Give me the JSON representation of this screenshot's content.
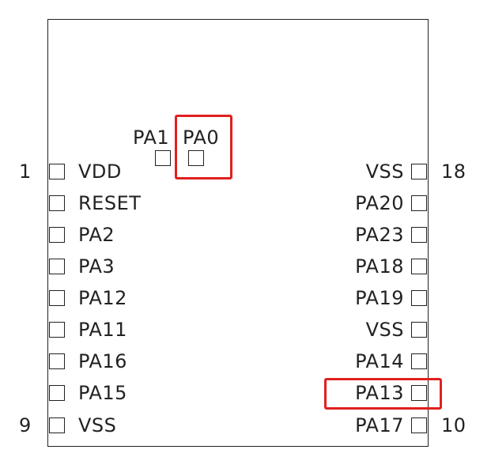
{
  "module": {
    "left_pins": [
      {
        "num": "1",
        "name": "VDD"
      },
      {
        "num": "",
        "name": "RESET"
      },
      {
        "num": "",
        "name": "PA2"
      },
      {
        "num": "",
        "name": "PA3"
      },
      {
        "num": "",
        "name": "PA12"
      },
      {
        "num": "",
        "name": "PA11"
      },
      {
        "num": "",
        "name": "PA16"
      },
      {
        "num": "",
        "name": "PA15"
      },
      {
        "num": "9",
        "name": "VSS"
      }
    ],
    "right_pins": [
      {
        "num": "18",
        "name": "VSS"
      },
      {
        "num": "",
        "name": "PA20"
      },
      {
        "num": "",
        "name": "PA23"
      },
      {
        "num": "",
        "name": "PA18"
      },
      {
        "num": "",
        "name": "PA19"
      },
      {
        "num": "",
        "name": "VSS"
      },
      {
        "num": "",
        "name": "PA14"
      },
      {
        "num": "",
        "name": "PA13"
      },
      {
        "num": "10",
        "name": "PA17"
      }
    ],
    "top_pads": [
      {
        "name": "PA1"
      },
      {
        "name": "PA0"
      }
    ],
    "highlighted_pins": [
      "PA0",
      "PA13"
    ],
    "colors": {
      "outline": "#222222",
      "highlight": "#e0201e"
    }
  }
}
